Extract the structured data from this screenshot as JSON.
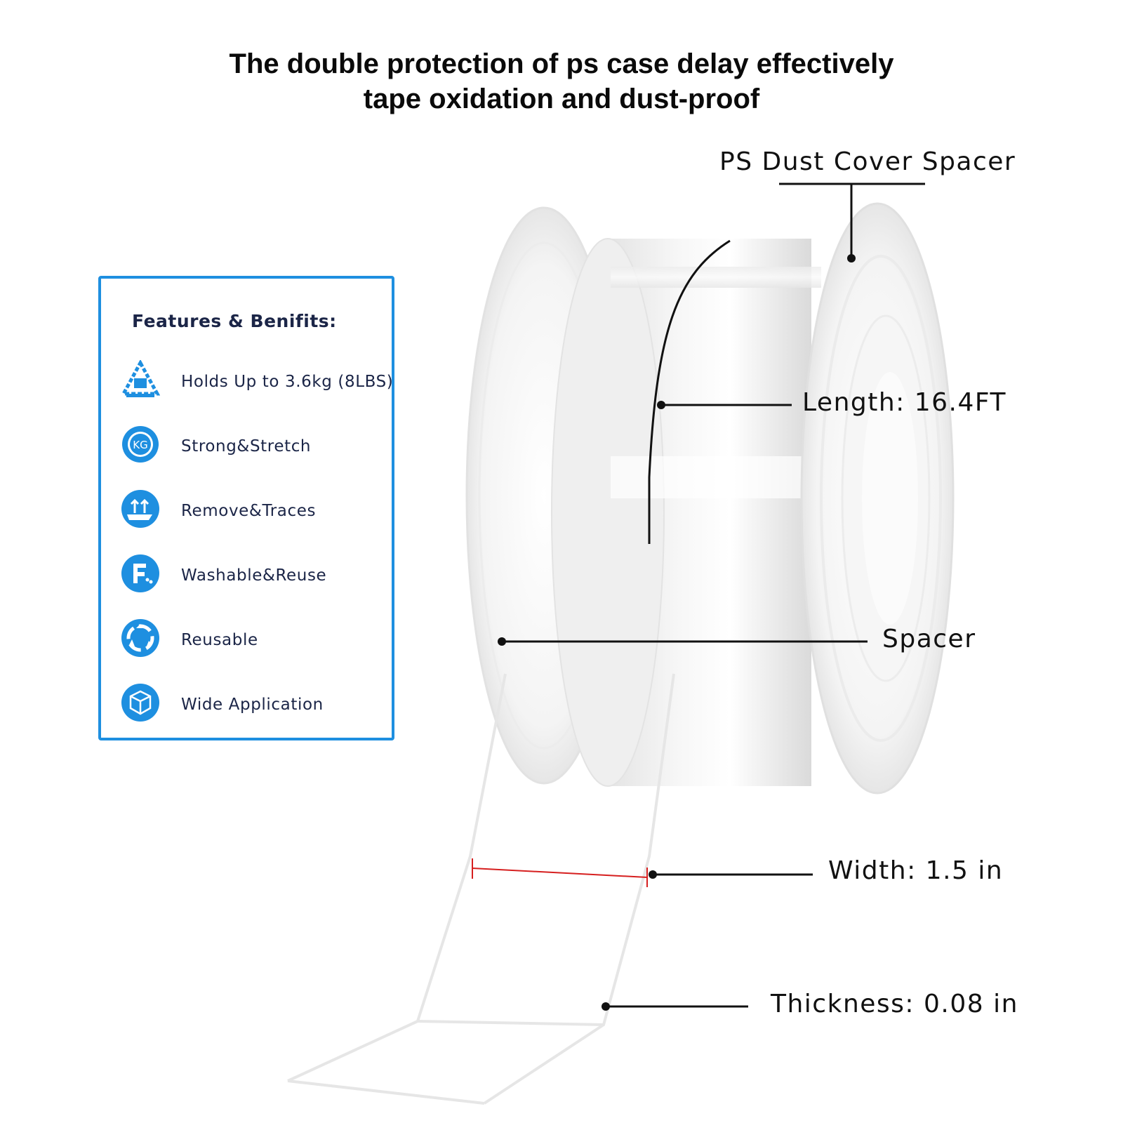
{
  "headline": {
    "line1": "The double protection of ps case delay effectively",
    "line2": "tape oxidation and dust-proof"
  },
  "features_panel": {
    "title": "Features & Benifits:",
    "accent_color": "#1e8fe0",
    "items": [
      {
        "icon": "weight-triangle-icon",
        "label": "Holds Up to 3.6kg (8LBS)"
      },
      {
        "icon": "kg-circle-icon",
        "label": "Strong&Stretch"
      },
      {
        "icon": "remove-arrows-icon",
        "label": "Remove&Traces"
      },
      {
        "icon": "washable-f-icon",
        "label": "Washable&Reuse"
      },
      {
        "icon": "recycle-icon",
        "label": "Reusable"
      },
      {
        "icon": "box-icon",
        "label": "Wide Application"
      }
    ]
  },
  "callouts": {
    "dust_cover": "PS Dust Cover Spacer",
    "length": "Length: 16.4FT",
    "spacer": "Spacer",
    "width": "Width: 1.5 in",
    "thickness": "Thickness: 0.08 in"
  },
  "colors": {
    "text_dark": "#1b2547",
    "dimension_marker": "#d61f1f"
  }
}
